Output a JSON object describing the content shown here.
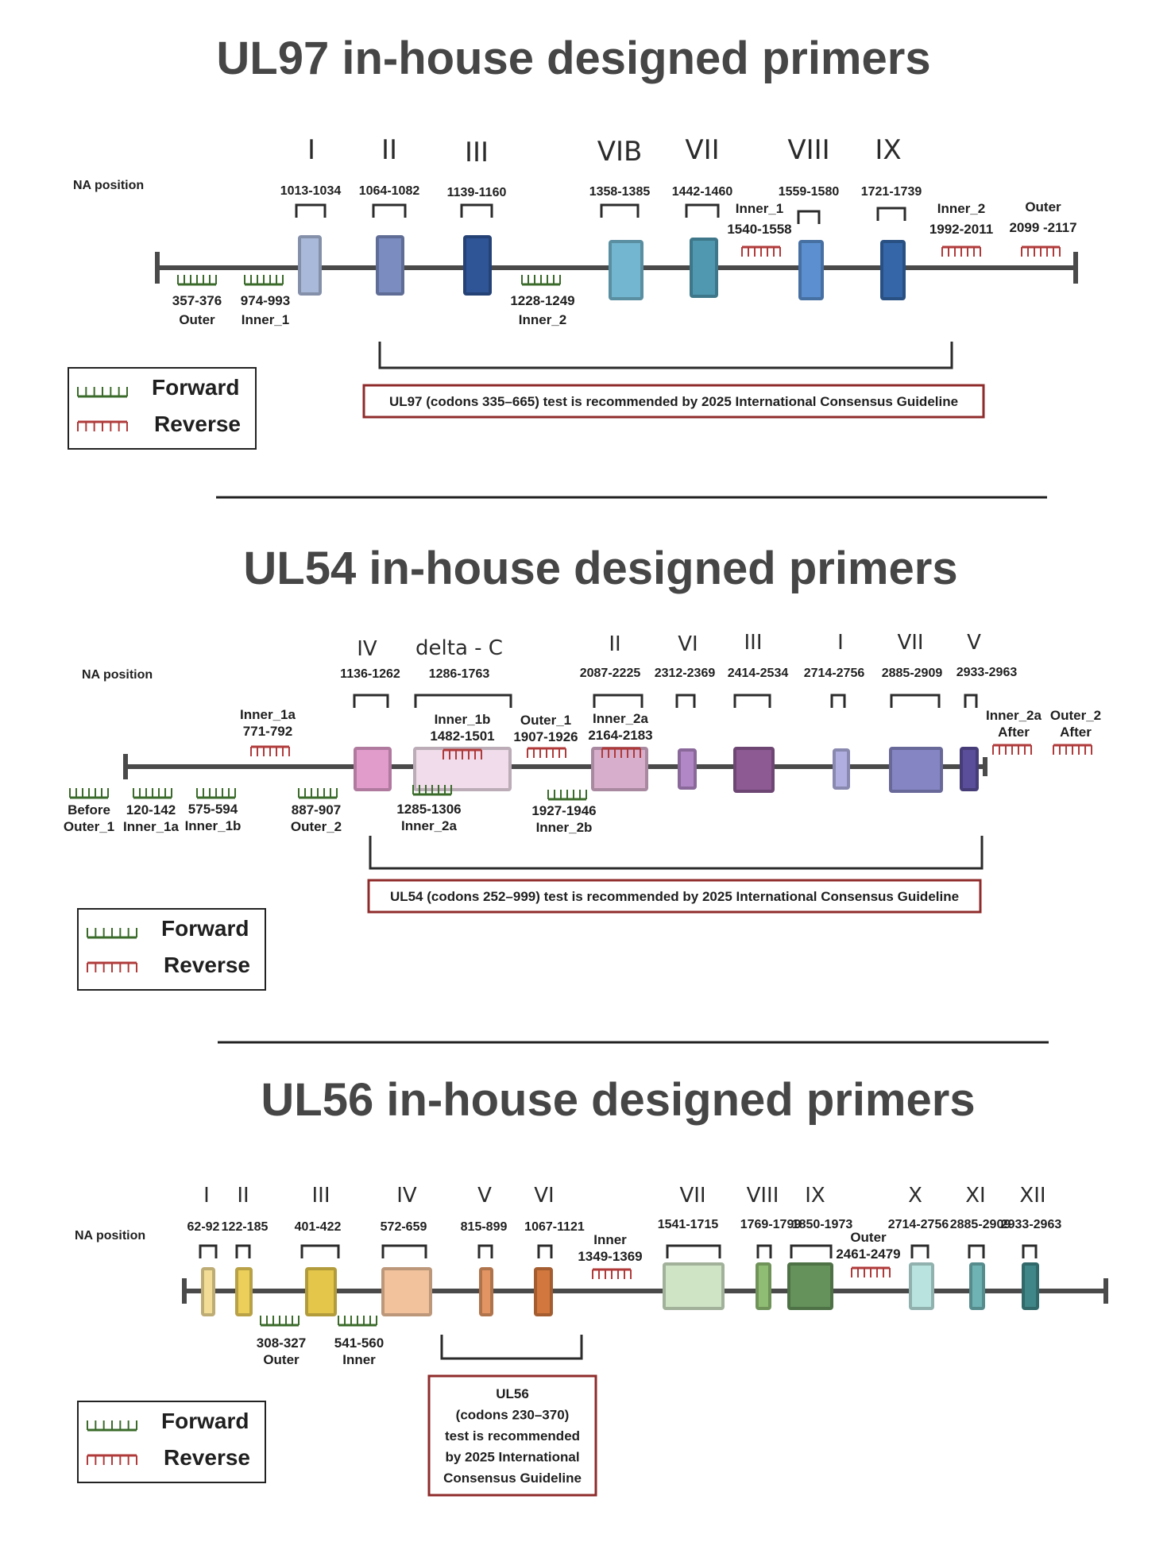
{
  "panels": [
    {
      "title": "UL97 in-house designed  primers",
      "na_position": "NA position",
      "regions": [
        {
          "roman": "I",
          "range": "1013-1034",
          "color": "#a9b9d9"
        },
        {
          "roman": "II",
          "range": "1064-1082",
          "color": "#7a8cc0"
        },
        {
          "roman": "III",
          "range": "1139-1160",
          "color": "#2f5597"
        },
        {
          "roman": "VIB",
          "range": "1358-1385",
          "color": "#73b6cf"
        },
        {
          "roman": "VII",
          "range": "1442-1460",
          "color": "#4f98b0"
        },
        {
          "roman": "VIII",
          "range": "1559-1580",
          "color": "#5b8fd0"
        },
        {
          "roman": "IX",
          "range": "1721-1739",
          "color": "#3566a8"
        }
      ],
      "primers": [
        {
          "dir": "forward",
          "line1": "357-376",
          "line2": "Outer"
        },
        {
          "dir": "forward",
          "line1": "974-993",
          "line2": "Inner_1"
        },
        {
          "dir": "forward",
          "line1": "1228-1249",
          "line2": "Inner_2"
        },
        {
          "dir": "reverse",
          "line1": "Inner_1",
          "line2": "1540-1558"
        },
        {
          "dir": "reverse",
          "line1": "Inner_2",
          "line2": "1992-2011"
        },
        {
          "dir": "reverse",
          "line1": "Outer",
          "line2": "2099 -2117"
        }
      ],
      "recommendation": [
        "UL97 (codons 335–665) test is recommended by 2025 International Consensus Guideline"
      ],
      "legend": {
        "forward": "Forward",
        "reverse": "Reverse"
      }
    },
    {
      "title": "UL54 in-house designed  primers",
      "na_position": "NA position",
      "regions": [
        {
          "roman": "IV",
          "range": "1136-1262",
          "color": "#e29ccc"
        },
        {
          "roman": "delta - C",
          "range": "1286-1763",
          "color": "#f0dcea"
        },
        {
          "roman": "II",
          "range": "2087-2225",
          "color": "#d7afcd"
        },
        {
          "roman": "VI",
          "range": "2312-2369",
          "color": "#b187c6"
        },
        {
          "roman": "III",
          "range": "2414-2534",
          "color": "#8d5a93"
        },
        {
          "roman": "I",
          "range": "2714-2756",
          "color": "#b0aee0"
        },
        {
          "roman": "VII",
          "range": "2885-2909",
          "color": "#8585c4"
        },
        {
          "roman": "V",
          "range": "2933-2963",
          "color": "#5a4e9a"
        }
      ],
      "primers": [
        {
          "dir": "forward",
          "line1": "Before",
          "line2": "Outer_1"
        },
        {
          "dir": "forward",
          "line1": "120-142",
          "line2": "Inner_1a"
        },
        {
          "dir": "forward",
          "line1": "575-594",
          "line2": "Inner_1b"
        },
        {
          "dir": "forward",
          "line1": "887-907",
          "line2": "Outer_2"
        },
        {
          "dir": "forward",
          "line1": "1285-1306",
          "line2": "Inner_2a"
        },
        {
          "dir": "forward",
          "line1": "1927-1946",
          "line2": "Inner_2b"
        },
        {
          "dir": "reverse",
          "line1": "Inner_1a",
          "line2": "771-792"
        },
        {
          "dir": "reverse",
          "line1": "Inner_1b",
          "line2": "1482-1501"
        },
        {
          "dir": "reverse",
          "line1": "Outer_1",
          "line2": "1907-1926"
        },
        {
          "dir": "reverse",
          "line1": "Inner_2a",
          "line2": "2164-2183"
        },
        {
          "dir": "reverse",
          "line1": "Inner_2a",
          "line2": "After"
        },
        {
          "dir": "reverse",
          "line1": "Outer_2",
          "line2": "After"
        }
      ],
      "recommendation": [
        "UL54 (codons 252–999) test is recommended by 2025 International Consensus Guideline"
      ],
      "legend": {
        "forward": "Forward",
        "reverse": "Reverse"
      }
    },
    {
      "title": "UL56 in-house designed  primers",
      "na_position": "NA position",
      "regions": [
        {
          "roman": "I",
          "range": "62-92",
          "color": "#f3dd96"
        },
        {
          "roman": "II",
          "range": "122-185",
          "color": "#eccf5a"
        },
        {
          "roman": "III",
          "range": "401-422",
          "color": "#e4c74a"
        },
        {
          "roman": "IV",
          "range": "572-659",
          "color": "#f1c29c"
        },
        {
          "roman": "V",
          "range": "815-899",
          "color": "#e29562"
        },
        {
          "roman": "VI",
          "range": "1067-1121",
          "color": "#d2773e"
        },
        {
          "roman": "VII",
          "range": "1541-1715",
          "color": "#cfe3c5"
        },
        {
          "roman": "VIII",
          "range": "1769-1799",
          "color": "#8fbd73"
        },
        {
          "roman": "IX",
          "range": "1850-1973",
          "color": "#64925a"
        },
        {
          "roman": "X",
          "range": "2714-2756",
          "color": "#b9e3df"
        },
        {
          "roman": "XI",
          "range": "2885-2909",
          "color": "#6fb3b5"
        },
        {
          "roman": "XII",
          "range": "2933-2963",
          "color": "#3f8688"
        }
      ],
      "primers": [
        {
          "dir": "forward",
          "line1": "308-327",
          "line2": "Outer"
        },
        {
          "dir": "forward",
          "line1": "541-560",
          "line2": "Inner"
        },
        {
          "dir": "reverse",
          "line1": "Inner",
          "line2": "1349-1369"
        },
        {
          "dir": "reverse",
          "line1": "Outer",
          "line2": "2461-2479"
        }
      ],
      "recommendation": [
        "UL56",
        "(codons 230–370)",
        "test is recommended",
        "by 2025 International",
        "Consensus Guideline"
      ],
      "legend": {
        "forward": "Forward",
        "reverse": "Reverse"
      }
    }
  ],
  "colors": {
    "forward": "#3a6b2a",
    "reverse": "#b03a3a",
    "axis": "#4a4a4a",
    "note_border": "#8f2b2b",
    "title": "#464646"
  }
}
